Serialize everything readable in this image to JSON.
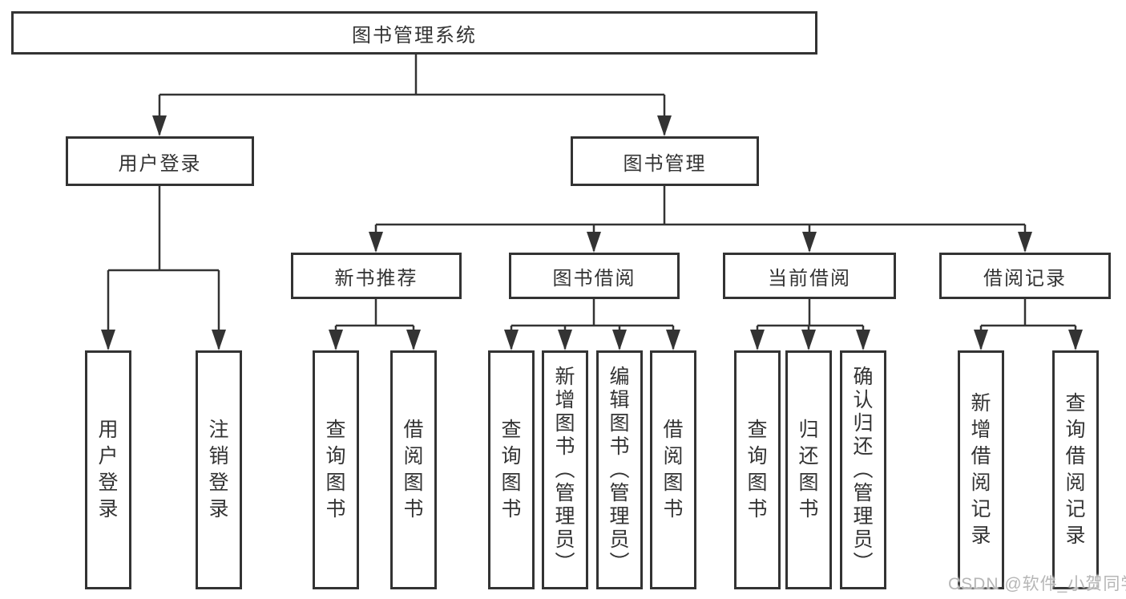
{
  "tree": {
    "label": "图书管理系统",
    "children": [
      {
        "label": "用户登录",
        "children": [
          {
            "label": "用户登录"
          },
          {
            "label": "注销登录"
          }
        ]
      },
      {
        "label": "图书管理",
        "children": [
          {
            "label": "新书推荐",
            "children": [
              {
                "label": "查询图书"
              },
              {
                "label": "借阅图书"
              }
            ]
          },
          {
            "label": "图书借阅",
            "children": [
              {
                "label": "查询图书"
              },
              {
                "label": "新增图书（管理员）"
              },
              {
                "label": "编辑图书（管理员）"
              },
              {
                "label": "借阅图书"
              }
            ]
          },
          {
            "label": "当前借阅",
            "children": [
              {
                "label": "查询图书"
              },
              {
                "label": "归还图书"
              },
              {
                "label": "确认归还（管理员）"
              }
            ]
          },
          {
            "label": "借阅记录",
            "children": [
              {
                "label": "新增借阅记录"
              },
              {
                "label": "查询借阅记录"
              }
            ]
          }
        ]
      }
    ]
  },
  "watermark": {
    "text": "CSDN @软件_小贺同学"
  },
  "colors": {
    "line": "#333333",
    "box_border": "#333333",
    "text": "#333333",
    "background": "#ffffff",
    "watermark": "#b6b6b6"
  }
}
